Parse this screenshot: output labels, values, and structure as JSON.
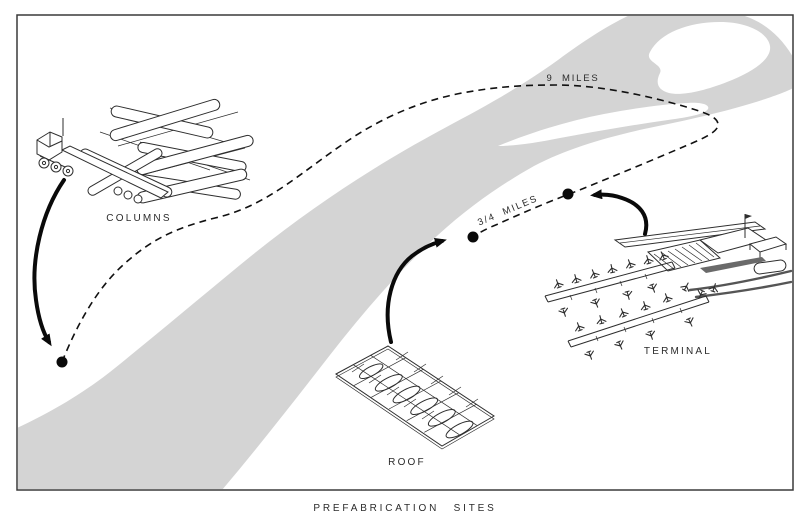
{
  "caption": "PREFABRICATION SITES",
  "sites": [
    {
      "id": "columns",
      "label": "COLUMNS"
    },
    {
      "id": "roof",
      "label": "ROOF"
    },
    {
      "id": "terminal",
      "label": "TERMINAL"
    }
  ],
  "route": {
    "segments": [
      {
        "label": "9 MILES"
      },
      {
        "label": "3/4 MILES"
      }
    ]
  },
  "colors": {
    "river": "#d4d4d4",
    "ink": "#2e2e2e",
    "road": "#555555",
    "background": "#ffffff"
  }
}
